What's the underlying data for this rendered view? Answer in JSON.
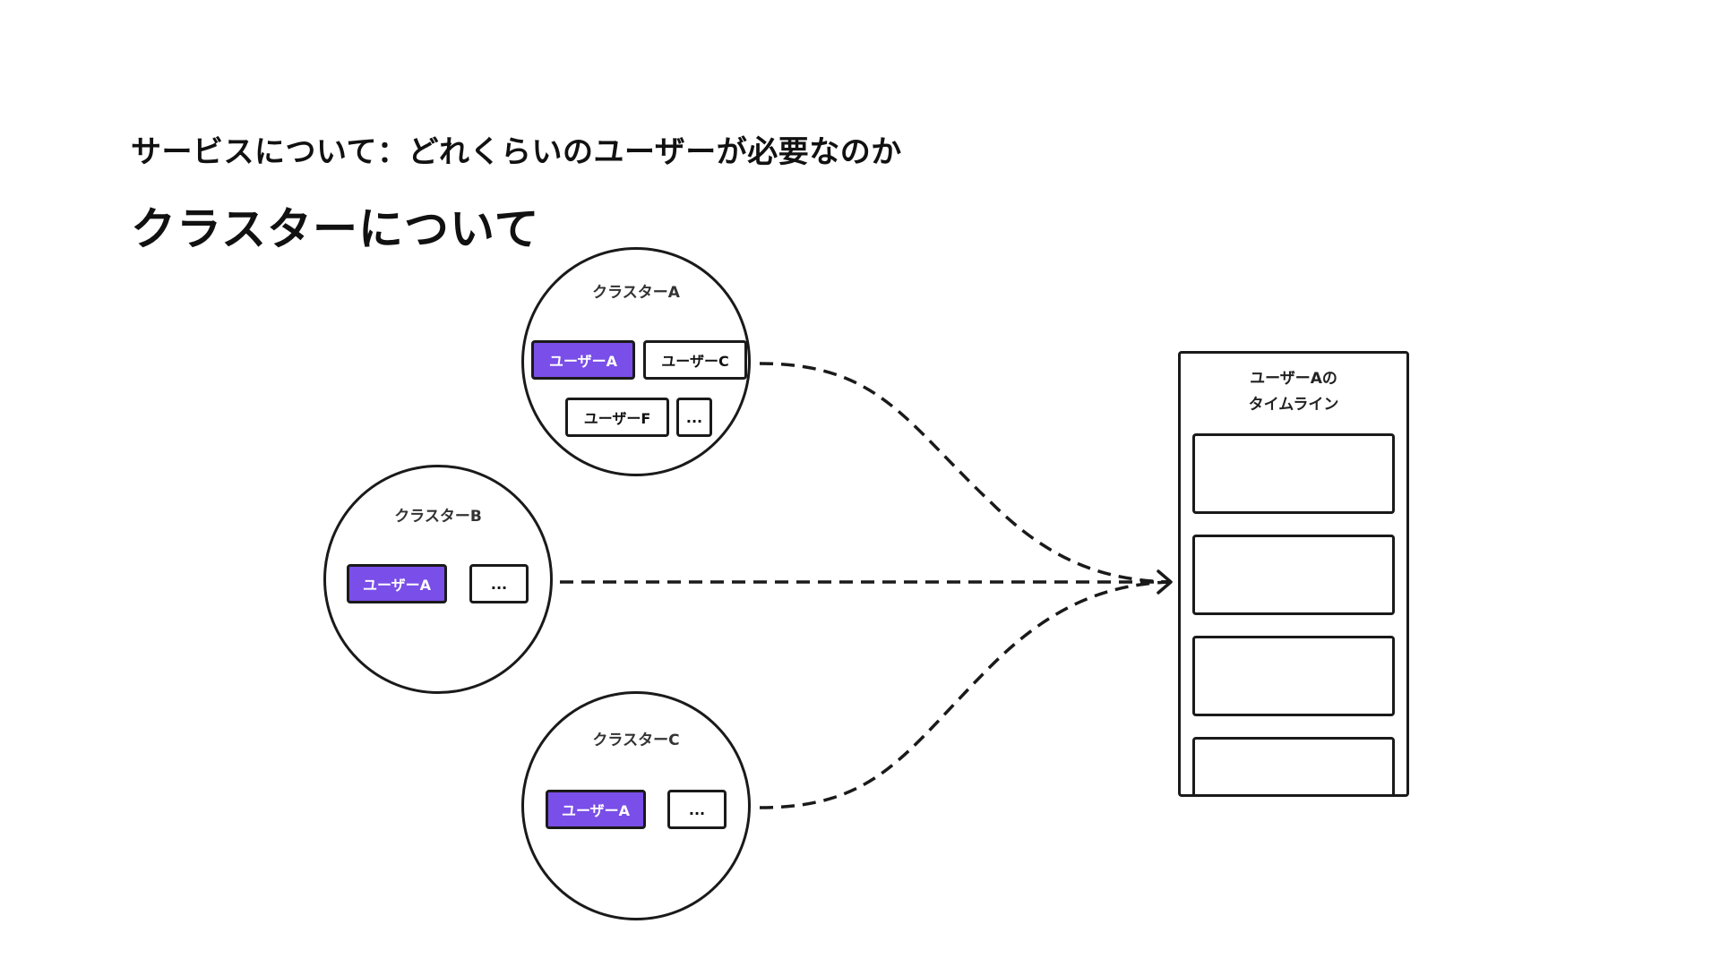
{
  "header": {
    "subtitle": "サービスについて：どれくらいのユーザーが必要なのか",
    "title": "クラスターについて"
  },
  "clusters": [
    {
      "label": "クラスターA",
      "users": [
        "ユーザーA",
        "ユーザーC",
        "ユーザーF",
        "..."
      ],
      "highlighted_user": "ユーザーA"
    },
    {
      "label": "クラスターB",
      "users": [
        "ユーザーA",
        "..."
      ],
      "highlighted_user": "ユーザーA"
    },
    {
      "label": "クラスターC",
      "users": [
        "ユーザーA",
        "..."
      ],
      "highlighted_user": "ユーザーA"
    }
  ],
  "timeline": {
    "label_line1": "ユーザーAの",
    "label_line2": "タイムライン",
    "card_count": 4
  },
  "colors": {
    "highlight": "#7a4ee8",
    "stroke": "#1a1a1a",
    "background": "#ffffff"
  }
}
